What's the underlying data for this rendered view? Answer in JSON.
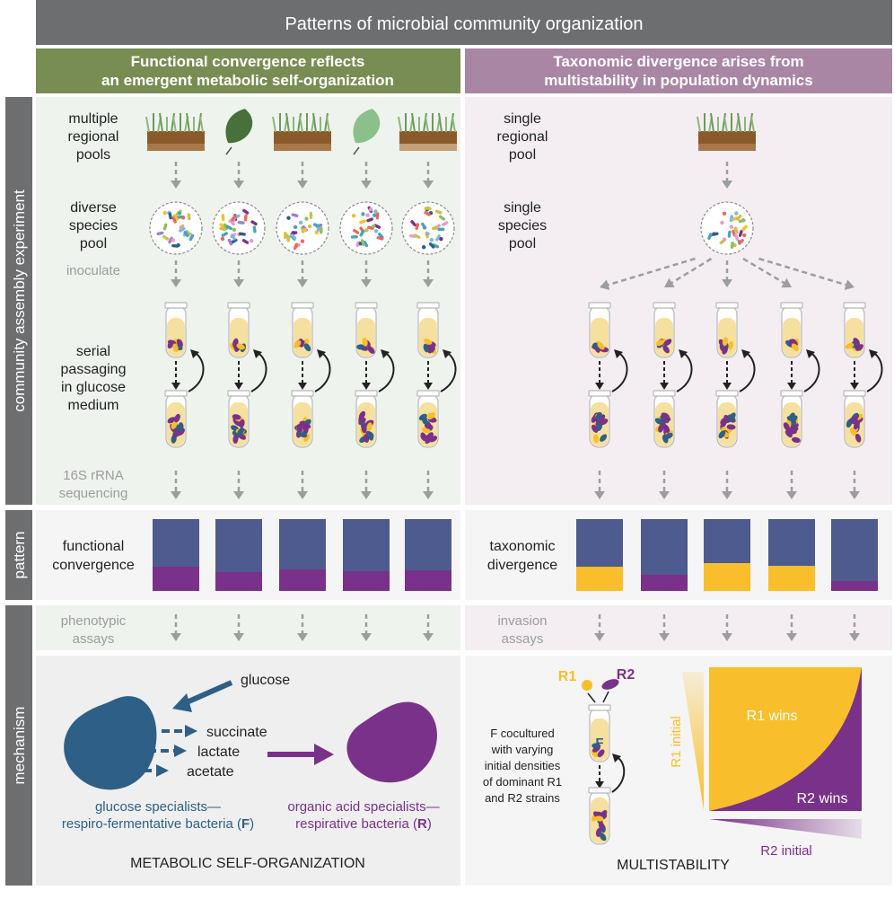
{
  "title": "Patterns of microbial community organization",
  "left_header": {
    "line1": "Functional convergence reflects",
    "line2": "an emergent metabolic self-organization"
  },
  "right_header": {
    "line1": "Taxonomic divergence arises from",
    "line2": "multistability in population dynamics"
  },
  "side_labels": {
    "experiment": "community assembly experiment",
    "pattern": "pattern",
    "mechanism": "mechanism"
  },
  "experiment_left": {
    "pools": [
      "multiple",
      "regional",
      "pools"
    ],
    "species": [
      "diverse",
      "species",
      "pool"
    ],
    "inoculate": "inoculate",
    "passaging": [
      "serial",
      "passaging",
      "in glucose",
      "medium"
    ],
    "sequencing": [
      "16S rRNA",
      "sequencing"
    ]
  },
  "experiment_right": {
    "pools": [
      "single",
      "regional",
      "pool"
    ],
    "species": [
      "single",
      "species",
      "pool"
    ]
  },
  "pattern": {
    "left_label": [
      "functional",
      "convergence"
    ],
    "right_label": [
      "taxonomic",
      "divergence"
    ],
    "left_bars": [
      {
        "top": 0.66,
        "top_color": "#4e5b8e",
        "bottom_color": "#7a3189"
      },
      {
        "top": 0.74,
        "top_color": "#4e5b8e",
        "bottom_color": "#7a3189"
      },
      {
        "top": 0.7,
        "top_color": "#4e5b8e",
        "bottom_color": "#7a3189"
      },
      {
        "top": 0.72,
        "top_color": "#4e5b8e",
        "bottom_color": "#7a3189"
      },
      {
        "top": 0.71,
        "top_color": "#4e5b8e",
        "bottom_color": "#7a3189"
      }
    ],
    "right_bars": [
      {
        "top": 0.66,
        "top_color": "#4e5b8e",
        "bottom_color": "#f9be2b"
      },
      {
        "top": 0.78,
        "top_color": "#4e5b8e",
        "bottom_color": "#7a3189"
      },
      {
        "top": 0.61,
        "top_color": "#4e5b8e",
        "bottom_color": "#f9be2b"
      },
      {
        "top": 0.65,
        "top_color": "#4e5b8e",
        "bottom_color": "#f9be2b"
      },
      {
        "top": 0.86,
        "top_color": "#4e5b8e",
        "bottom_color": "#7a3189"
      }
    ]
  },
  "assays": {
    "left": [
      "phenotypic",
      "assays"
    ],
    "right": [
      "invasion",
      "assays"
    ]
  },
  "mechanism_left": {
    "glucose": "glucose",
    "products": [
      "succinate",
      "lactate",
      "acetate"
    ],
    "f_label": {
      "line1": "glucose specialists—",
      "line2_pre": "respiro-fermentative bacteria (",
      "letter": "F",
      "line2_post": ")"
    },
    "r_label": {
      "line1": "organic acid specialists—",
      "line2_pre": "respirative bacteria (",
      "letter": "R",
      "line2_post": ")"
    },
    "caption": "METABOLIC SELF-ORGANIZATION"
  },
  "mechanism_right": {
    "r1": "R1",
    "r2": "R2",
    "tube_letter": "F",
    "description": [
      "F cocultured",
      "with varying",
      "initial densities",
      "of dominant R1",
      "and R2 strains"
    ],
    "r1_initial": "R1 initial",
    "r2_initial": "R2 initial",
    "r1_wins": "R1 wins",
    "r2_wins": "R2 wins",
    "caption": "MULTISTABILITY"
  },
  "colors": {
    "title_bar": "#6d6e70",
    "left_header": "#788d53",
    "right_header": "#a986a4",
    "side_bar": "#6d6e70",
    "left_bg": "#eef3ee",
    "right_bg": "#f4eef3",
    "mech_bg": "#efefef",
    "blue_cell": "#2e5f86",
    "purple_cell": "#7a3189",
    "yellow": "#f9be2b",
    "purple": "#7a3189",
    "arrow_gray": "#9d9d9d"
  }
}
